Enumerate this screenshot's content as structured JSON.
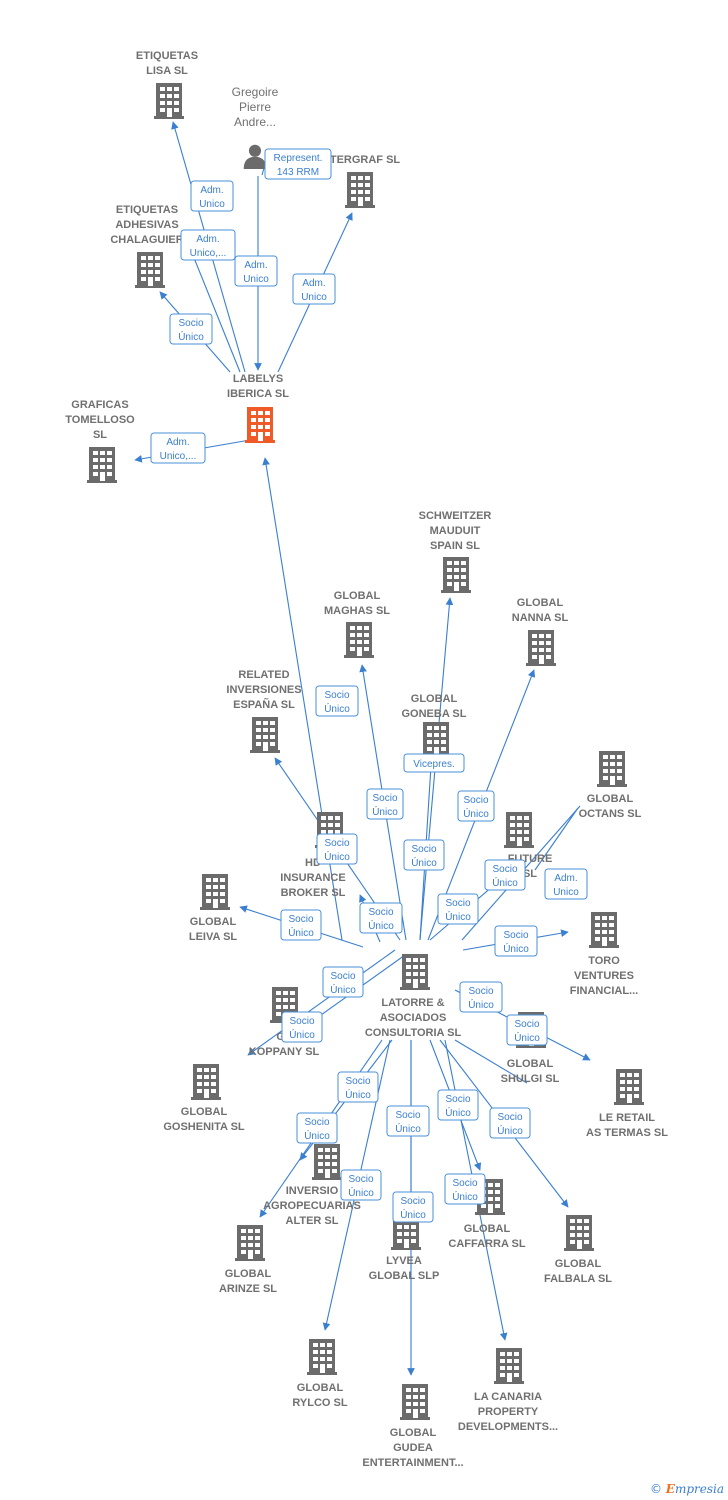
{
  "nodes": {
    "labelys": {
      "label": [
        "LABELYS",
        "IBERICA  SL"
      ],
      "kind": "company-main"
    },
    "etiquetas_lisa": {
      "label": [
        "ETIQUETAS",
        "LISA SL"
      ],
      "kind": "company"
    },
    "gregoire": {
      "label": [
        "Gregoire",
        "Pierre",
        "Andre..."
      ],
      "kind": "person"
    },
    "tergraf": {
      "label": [
        "TERGRAF SL"
      ],
      "kind": "company"
    },
    "etiquetas_adhesivas": {
      "label": [
        "ETIQUETAS",
        "ADHESIVAS",
        "CHALAGUIER"
      ],
      "kind": "company"
    },
    "graficas_tomelloso": {
      "label": [
        "GRAFICAS",
        "TOMELLOSO",
        "SL"
      ],
      "kind": "company"
    },
    "schweitzer": {
      "label": [
        "SCHWEITZER",
        "MAUDUIT",
        "SPAIN SL"
      ],
      "kind": "company"
    },
    "global_maghas": {
      "label": [
        "GLOBAL",
        "MAGHAS  SL"
      ],
      "kind": "company"
    },
    "global_nanna": {
      "label": [
        "GLOBAL",
        "NANNA  SL"
      ],
      "kind": "company"
    },
    "related": {
      "label": [
        "RELATED",
        "INVERSIONES",
        "ESPAÑA  SL"
      ],
      "kind": "company"
    },
    "global_goneba": {
      "label": [
        "GLOBAL",
        "GONEBA  SL"
      ],
      "kind": "company"
    },
    "global_octans": {
      "label": [
        "GLOBAL",
        "OCTANS  SL"
      ],
      "kind": "company"
    },
    "hdi": {
      "label": [
        "HD",
        "INSURANCE",
        "BROKER  SL"
      ],
      "kind": "company"
    },
    "future": {
      "label": [
        "FUTURE",
        "SL"
      ],
      "kind": "company"
    },
    "global_leiva": {
      "label": [
        "GLOBAL",
        "LEIVA  SL"
      ],
      "kind": "company"
    },
    "toro": {
      "label": [
        "TORO",
        "VENTURES",
        "FINANCIAL..."
      ],
      "kind": "company"
    },
    "latorre": {
      "label": [
        "LATORRE &",
        "ASOCIADOS",
        "CONSULTORIA SL"
      ],
      "kind": "company"
    },
    "global_koppany": {
      "label": [
        "GL",
        "KOPPANY  SL"
      ],
      "kind": "company"
    },
    "global_shulgi": {
      "label": [
        "GLOBAL",
        "SHULGI  SL"
      ],
      "kind": "company"
    },
    "le_retail": {
      "label": [
        "LE RETAIL",
        "AS TERMAS  SL"
      ],
      "kind": "company"
    },
    "global_goshenita": {
      "label": [
        "GLOBAL",
        "GOSHENITA SL"
      ],
      "kind": "company"
    },
    "inversiones_agro": {
      "label": [
        "INVERSIO",
        "AGROPECUARIAS",
        "ALTER  SL"
      ],
      "kind": "company"
    },
    "global_caffarra": {
      "label": [
        "GLOBAL",
        "CAFFARRA  SL"
      ],
      "kind": "company"
    },
    "global_falbala": {
      "label": [
        "GLOBAL",
        "FALBALA  SL"
      ],
      "kind": "company"
    },
    "global_arinze": {
      "label": [
        "GLOBAL",
        "ARINZE  SL"
      ],
      "kind": "company"
    },
    "lyvea": {
      "label": [
        "LYVEA",
        "GLOBAL  SLP"
      ],
      "kind": "company"
    },
    "global_rylco": {
      "label": [
        "GLOBAL",
        "RYLCO  SL"
      ],
      "kind": "company"
    },
    "global_gudea": {
      "label": [
        "GLOBAL",
        "GUDEA",
        "ENTERTAINMENT..."
      ],
      "kind": "company"
    },
    "la_canaria": {
      "label": [
        "LA CANARIA",
        "PROPERTY",
        "DEVELOPMENTS..."
      ],
      "kind": "company"
    }
  },
  "edges": [
    {
      "label": [
        "Adm.",
        "Unico"
      ]
    },
    {
      "label": [
        "Represent.",
        "143 RRM"
      ]
    },
    {
      "label": [
        "Adm.",
        "Unico,..."
      ]
    },
    {
      "label": [
        "Adm.",
        "Unico"
      ]
    },
    {
      "label": [
        "Adm.",
        "Unico"
      ]
    },
    {
      "label": [
        "Socio",
        "Único"
      ]
    },
    {
      "label": [
        "Adm.",
        "Unico,..."
      ]
    },
    {
      "label": [
        "Socio",
        "Único"
      ]
    },
    {
      "label": [
        "Vicepres."
      ]
    },
    {
      "label": [
        "Socio",
        "Único"
      ]
    },
    {
      "label": [
        "Socio",
        "Único"
      ]
    },
    {
      "label": [
        "Socio",
        "Único"
      ]
    },
    {
      "label": [
        "Socio",
        "Único"
      ]
    },
    {
      "label": [
        "Socio",
        "Único"
      ]
    },
    {
      "label": [
        "Adm.",
        "Unico"
      ]
    },
    {
      "label": [
        "Socio",
        "Único"
      ]
    },
    {
      "label": [
        "Socio",
        "Único"
      ]
    },
    {
      "label": [
        "Socio",
        "Único"
      ]
    },
    {
      "label": [
        "Socio",
        "Único"
      ]
    },
    {
      "label": [
        "Socio",
        "Único"
      ]
    },
    {
      "label": [
        "Socio",
        "Único"
      ]
    },
    {
      "label": [
        "Socio",
        "Único"
      ]
    },
    {
      "label": [
        "Socio",
        "Único"
      ]
    },
    {
      "label": [
        "Socio",
        "Único"
      ]
    },
    {
      "label": [
        "Socio",
        "Único"
      ]
    },
    {
      "label": [
        "Socio",
        "Único"
      ]
    },
    {
      "label": [
        "Socio",
        "Único"
      ]
    },
    {
      "label": [
        "Socio",
        "Único"
      ]
    },
    {
      "label": [
        "Socio",
        "Único"
      ]
    },
    {
      "label": [
        "Socio",
        "Único"
      ]
    },
    {
      "label": [
        "Socio",
        "Único"
      ]
    }
  ],
  "colors": {
    "main_node": "#f05a28",
    "node": "#6b6b6b",
    "edge": "#3a7fd0"
  },
  "footer": {
    "copyright": "©",
    "brand_first": "E",
    "brand_rest": "mpresia"
  }
}
